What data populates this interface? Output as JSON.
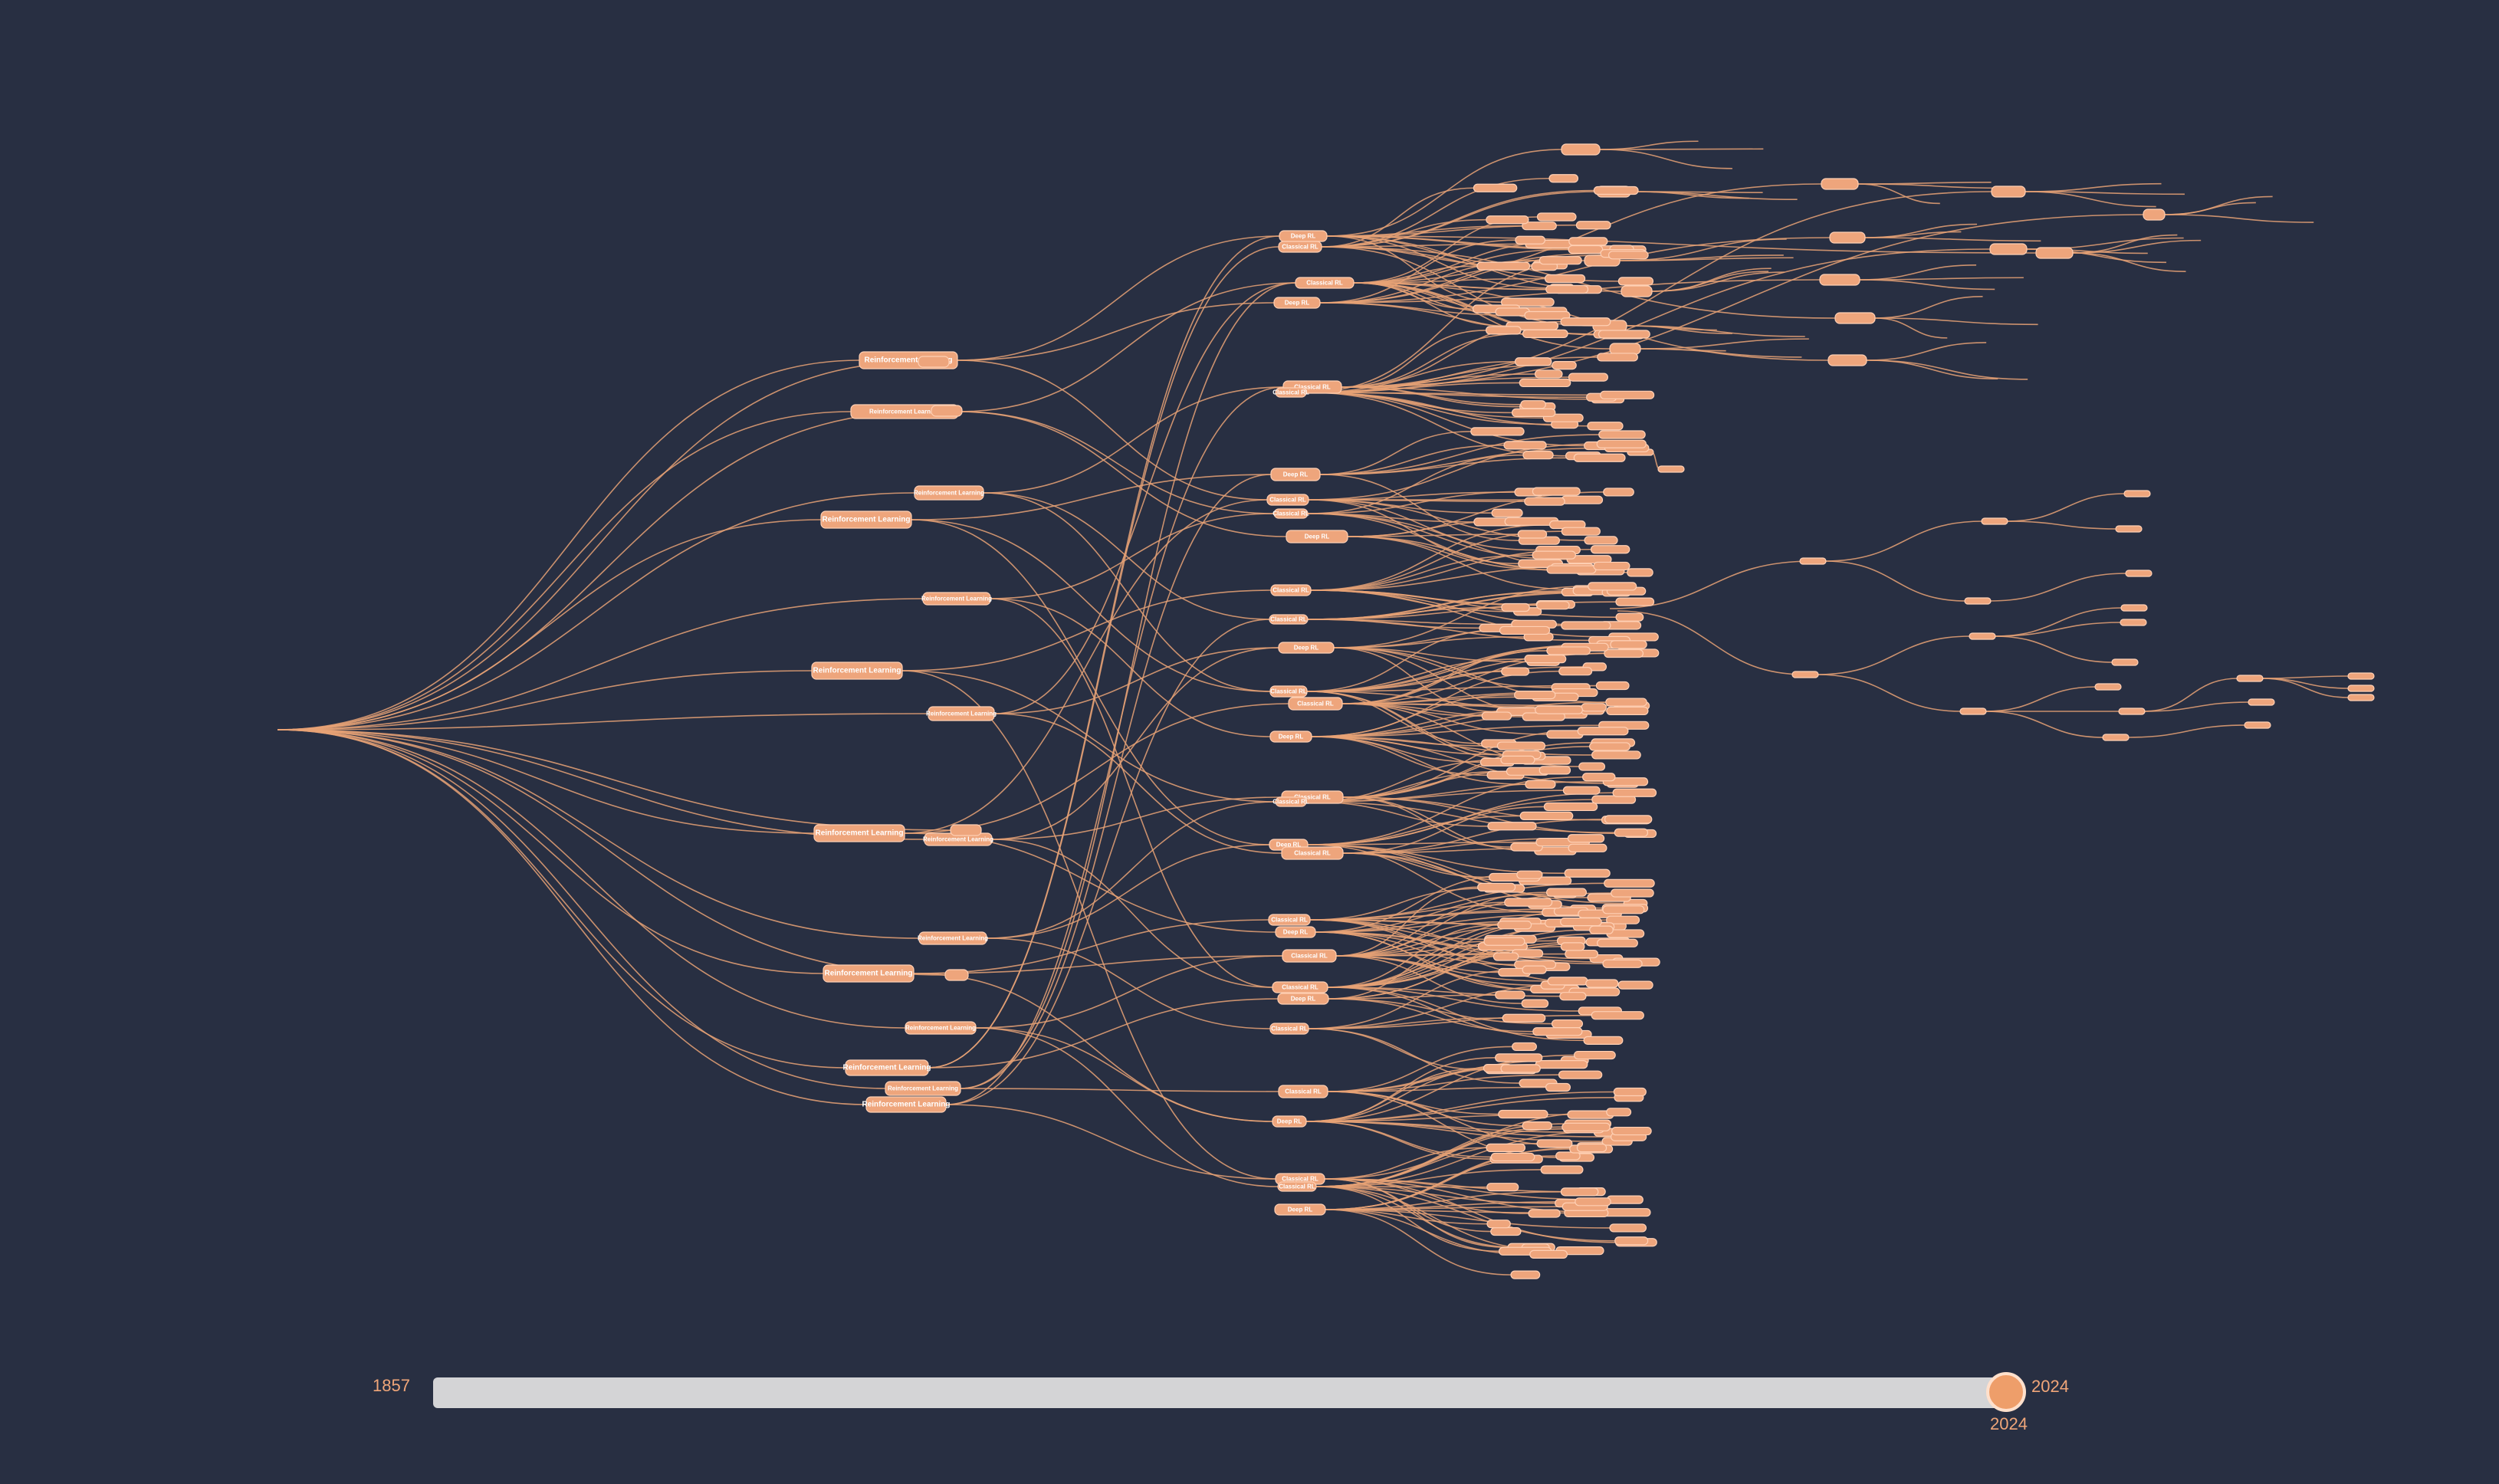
{
  "diagram": {
    "title": "",
    "node_label_primary": "Reinforcement Learning",
    "node_labels_secondary": [
      "Classical RL",
      "Deep RL"
    ],
    "colors": {
      "background": "#282f42",
      "node_fill": "#eea57c",
      "edge": "#e7a275"
    }
  },
  "timeline": {
    "min_year": "1857",
    "max_year": "2024",
    "current_year": "2024",
    "position_fraction": 1.0
  }
}
